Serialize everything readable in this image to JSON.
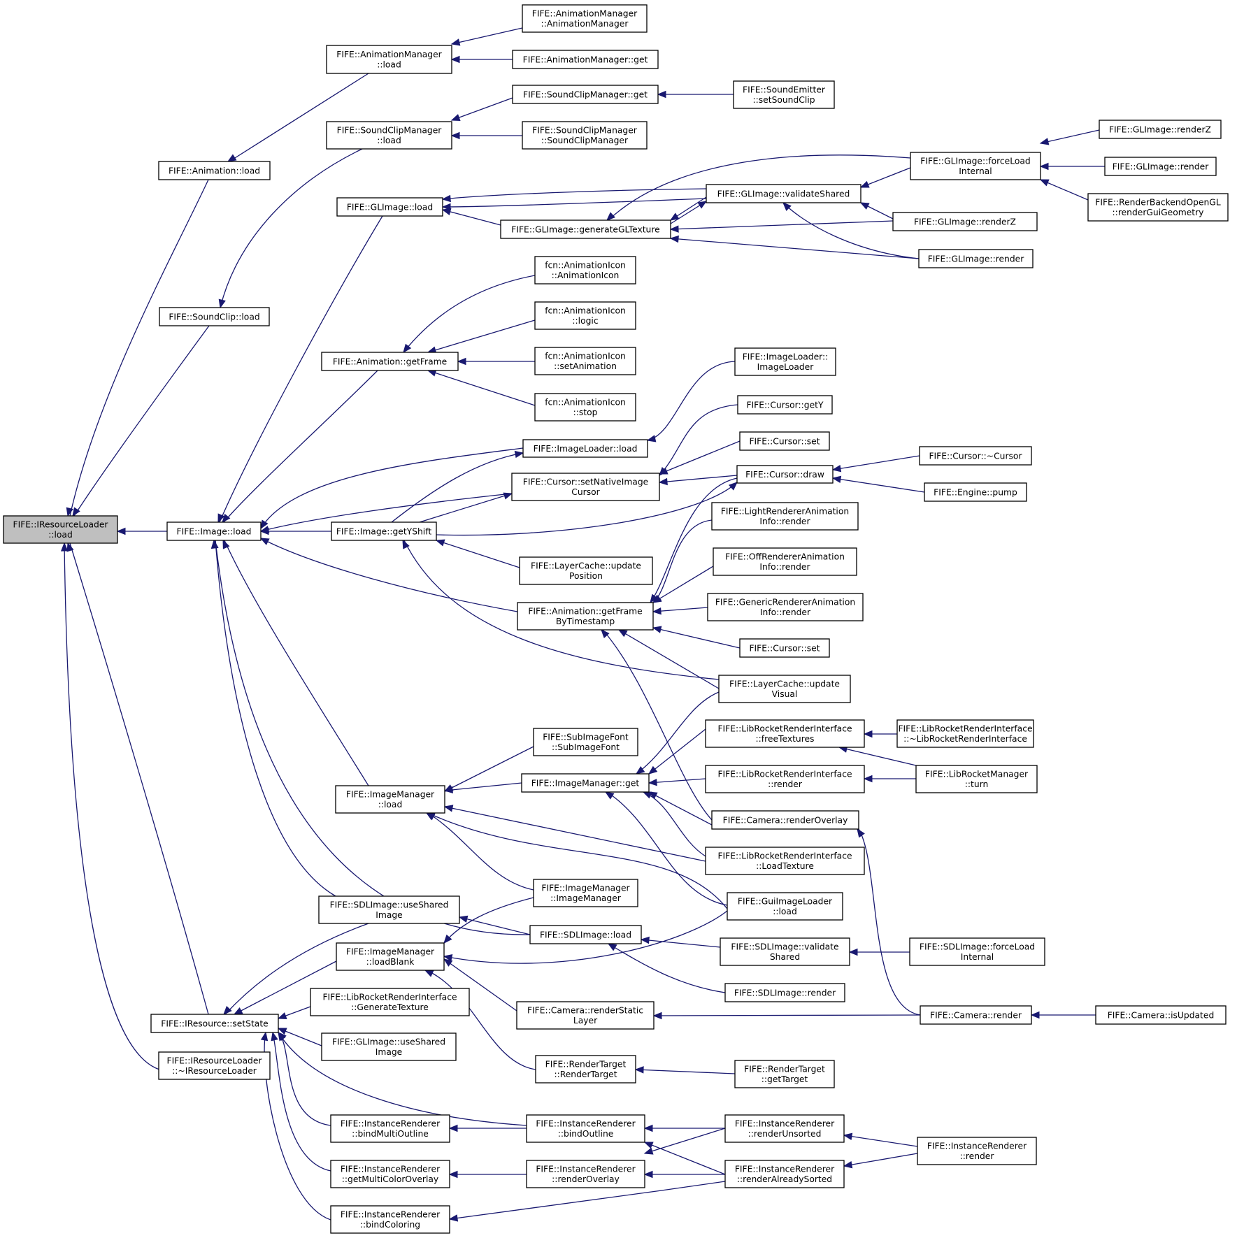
{
  "diagram": {
    "colors": {
      "edge": "#191970",
      "node_border": "#000000",
      "node_fill": "#ffffff",
      "root_fill": "#bfbfbf"
    },
    "nodes": [
      {
        "id": "n0",
        "lines": [
          "FIFE::IResourceLoader",
          "::load"
        ],
        "root": true
      },
      {
        "id": "n1",
        "lines": [
          "FIFE::Animation::load"
        ]
      },
      {
        "id": "n2",
        "lines": [
          "FIFE::AnimationManager",
          "::load"
        ]
      },
      {
        "id": "n3",
        "lines": [
          "FIFE::AnimationManager",
          "::AnimationManager"
        ]
      },
      {
        "id": "n4",
        "lines": [
          "FIFE::AnimationManager::get"
        ]
      },
      {
        "id": "n5",
        "lines": [
          "FIFE::SoundClip::load"
        ]
      },
      {
        "id": "n6",
        "lines": [
          "FIFE::SoundClipManager",
          "::load"
        ]
      },
      {
        "id": "n7",
        "lines": [
          "FIFE::SoundClipManager::get"
        ]
      },
      {
        "id": "n8",
        "lines": [
          "FIFE::SoundEmitter",
          "::setSoundClip"
        ]
      },
      {
        "id": "n9",
        "lines": [
          "FIFE::SoundClipManager",
          "::SoundClipManager"
        ]
      },
      {
        "id": "n10",
        "lines": [
          "FIFE::Image::load"
        ]
      },
      {
        "id": "n11",
        "lines": [
          "FIFE::GLImage::load"
        ]
      },
      {
        "id": "n12",
        "lines": [
          "FIFE::GLImage::generateGLTexture"
        ]
      },
      {
        "id": "n13",
        "lines": [
          "FIFE::GLImage::validateShared"
        ]
      },
      {
        "id": "n14",
        "lines": [
          "FIFE::GLImage::forceLoad",
          "Internal"
        ]
      },
      {
        "id": "n15",
        "lines": [
          "FIFE::GLImage::renderZ"
        ]
      },
      {
        "id": "n16",
        "lines": [
          "FIFE::GLImage::render"
        ]
      },
      {
        "id": "n17",
        "lines": [
          "FIFE::RenderBackendOpenGL",
          "::renderGuiGeometry"
        ]
      },
      {
        "id": "n18",
        "lines": [
          "FIFE::GLImage::renderZ"
        ]
      },
      {
        "id": "n19",
        "lines": [
          "FIFE::GLImage::render"
        ]
      },
      {
        "id": "n20",
        "lines": [
          "FIFE::Animation::getFrame"
        ]
      },
      {
        "id": "n21",
        "lines": [
          "fcn::AnimationIcon",
          "::AnimationIcon"
        ]
      },
      {
        "id": "n22",
        "lines": [
          "fcn::AnimationIcon",
          "::logic"
        ]
      },
      {
        "id": "n23",
        "lines": [
          "fcn::AnimationIcon",
          "::setAnimation"
        ]
      },
      {
        "id": "n24",
        "lines": [
          "fcn::AnimationIcon",
          "::stop"
        ]
      },
      {
        "id": "n25",
        "lines": [
          "FIFE::ImageLoader::load"
        ]
      },
      {
        "id": "n26",
        "lines": [
          "FIFE::ImageLoader::",
          "ImageLoader"
        ]
      },
      {
        "id": "n27",
        "lines": [
          "FIFE::Cursor::setNativeImage",
          "Cursor"
        ]
      },
      {
        "id": "n28",
        "lines": [
          "FIFE::Cursor::getY"
        ]
      },
      {
        "id": "n29",
        "lines": [
          "FIFE::Cursor::set"
        ]
      },
      {
        "id": "n30",
        "lines": [
          "FIFE::Cursor::draw"
        ]
      },
      {
        "id": "n31",
        "lines": [
          "FIFE::Cursor::~Cursor"
        ]
      },
      {
        "id": "n32",
        "lines": [
          "FIFE::Engine::pump"
        ]
      },
      {
        "id": "n33",
        "lines": [
          "FIFE::Image::getYShift"
        ]
      },
      {
        "id": "n34",
        "lines": [
          "FIFE::LayerCache::update",
          "Position"
        ]
      },
      {
        "id": "n35",
        "lines": [
          "FIFE::Animation::getFrame",
          "ByTimestamp"
        ]
      },
      {
        "id": "n36",
        "lines": [
          "FIFE::LightRendererAnimation",
          "Info::render"
        ]
      },
      {
        "id": "n37",
        "lines": [
          "FIFE::OffRendererAnimation",
          "Info::render"
        ]
      },
      {
        "id": "n38",
        "lines": [
          "FIFE::GenericRendererAnimation",
          "Info::render"
        ]
      },
      {
        "id": "n39",
        "lines": [
          "FIFE::Cursor::set"
        ]
      },
      {
        "id": "n40",
        "lines": [
          "FIFE::LayerCache::update",
          "Visual"
        ]
      },
      {
        "id": "n41",
        "lines": [
          "FIFE::ImageManager",
          "::load"
        ]
      },
      {
        "id": "n42",
        "lines": [
          "FIFE::SubImageFont",
          "::SubImageFont"
        ]
      },
      {
        "id": "n43",
        "lines": [
          "FIFE::ImageManager::get"
        ]
      },
      {
        "id": "n44",
        "lines": [
          "FIFE::LibRocketRenderInterface",
          "::freeTextures"
        ]
      },
      {
        "id": "n45",
        "lines": [
          "FIFE::LibRocketRenderInterface",
          "::~LibRocketRenderInterface"
        ]
      },
      {
        "id": "n46",
        "lines": [
          "FIFE::LibRocketRenderInterface",
          "::render"
        ]
      },
      {
        "id": "n47",
        "lines": [
          "FIFE::LibRocketManager",
          "::turn"
        ]
      },
      {
        "id": "n48",
        "lines": [
          "FIFE::Camera::renderOverlay"
        ]
      },
      {
        "id": "n49",
        "lines": [
          "FIFE::LibRocketRenderInterface",
          "::LoadTexture"
        ]
      },
      {
        "id": "n50",
        "lines": [
          "FIFE::ImageManager",
          "::ImageManager"
        ]
      },
      {
        "id": "n51",
        "lines": [
          "FIFE::GuiImageLoader",
          "::load"
        ]
      },
      {
        "id": "n52",
        "lines": [
          "FIFE::SDLImage::useShared",
          "Image"
        ]
      },
      {
        "id": "n53",
        "lines": [
          "FIFE::SDLImage::load"
        ]
      },
      {
        "id": "n54",
        "lines": [
          "FIFE::ImageManager",
          "::loadBlank"
        ]
      },
      {
        "id": "n55",
        "lines": [
          "FIFE::SDLImage::validate",
          "Shared"
        ]
      },
      {
        "id": "n56",
        "lines": [
          "FIFE::SDLImage::forceLoad",
          "Internal"
        ]
      },
      {
        "id": "n57",
        "lines": [
          "FIFE::SDLImage::render"
        ]
      },
      {
        "id": "n58",
        "lines": [
          "FIFE::LibRocketRenderInterface",
          "::GenerateTexture"
        ]
      },
      {
        "id": "n59",
        "lines": [
          "FIFE::IResource::setState"
        ]
      },
      {
        "id": "n60",
        "lines": [
          "FIFE::Camera::renderStatic",
          "Layer"
        ]
      },
      {
        "id": "n61",
        "lines": [
          "FIFE::Camera::render"
        ]
      },
      {
        "id": "n62",
        "lines": [
          "FIFE::Camera::isUpdated"
        ]
      },
      {
        "id": "n63",
        "lines": [
          "FIFE::GLImage::useShared",
          "Image"
        ]
      },
      {
        "id": "n64",
        "lines": [
          "FIFE::IResourceLoader",
          "::~IResourceLoader"
        ]
      },
      {
        "id": "n65",
        "lines": [
          "FIFE::RenderTarget",
          "::RenderTarget"
        ]
      },
      {
        "id": "n66",
        "lines": [
          "FIFE::RenderTarget",
          "::getTarget"
        ]
      },
      {
        "id": "n67",
        "lines": [
          "FIFE::InstanceRenderer",
          "::bindMultiOutline"
        ]
      },
      {
        "id": "n68",
        "lines": [
          "FIFE::InstanceRenderer",
          "::bindOutline"
        ]
      },
      {
        "id": "n69",
        "lines": [
          "FIFE::InstanceRenderer",
          "::renderUnsorted"
        ]
      },
      {
        "id": "n70",
        "lines": [
          "FIFE::InstanceRenderer",
          "::render"
        ]
      },
      {
        "id": "n71",
        "lines": [
          "FIFE::InstanceRenderer",
          "::getMultiColorOverlay"
        ]
      },
      {
        "id": "n72",
        "lines": [
          "FIFE::InstanceRenderer",
          "::renderOverlay"
        ]
      },
      {
        "id": "n73",
        "lines": [
          "FIFE::InstanceRenderer",
          "::renderAlreadySorted"
        ]
      },
      {
        "id": "n74",
        "lines": [
          "FIFE::InstanceRenderer",
          "::bindColoring"
        ]
      }
    ]
  }
}
